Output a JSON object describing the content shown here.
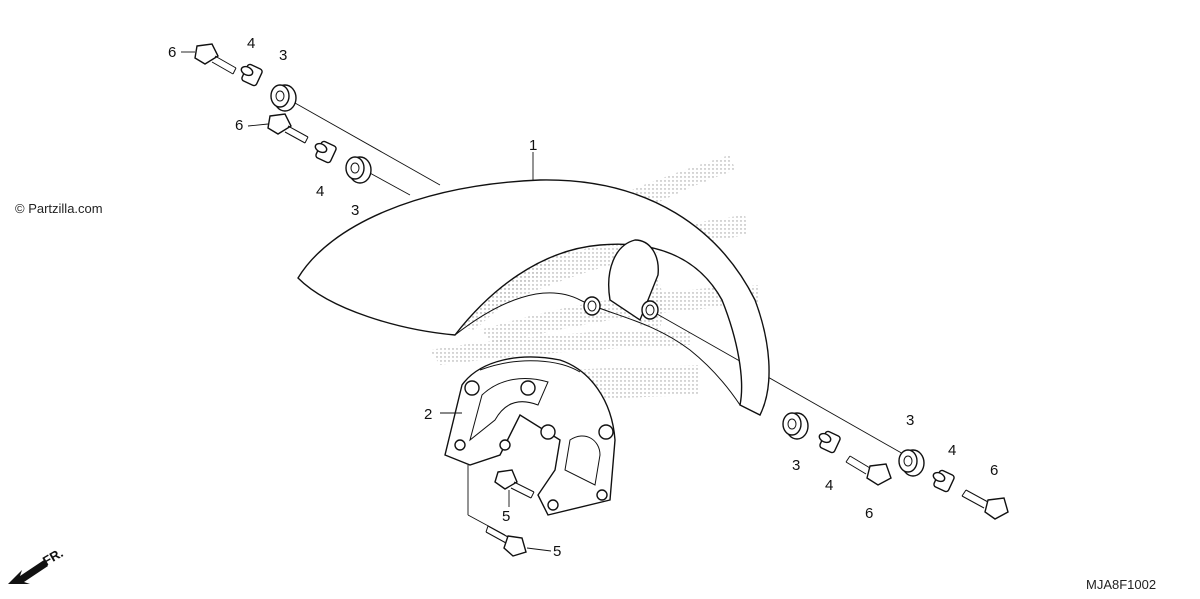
{
  "watermark": "© Partzilla.com",
  "diagram_code": "MJA8F1002",
  "front_arrow_label": "FR.",
  "callouts": {
    "fender": "1",
    "mount_bracket": "2",
    "grommet": "3",
    "collar": "4",
    "bolt_small": "5",
    "bolt_flange": "6"
  },
  "icons": {
    "front_arrow": "arrow-left-down-icon",
    "brand_logo": "wing-logo-watermark"
  }
}
